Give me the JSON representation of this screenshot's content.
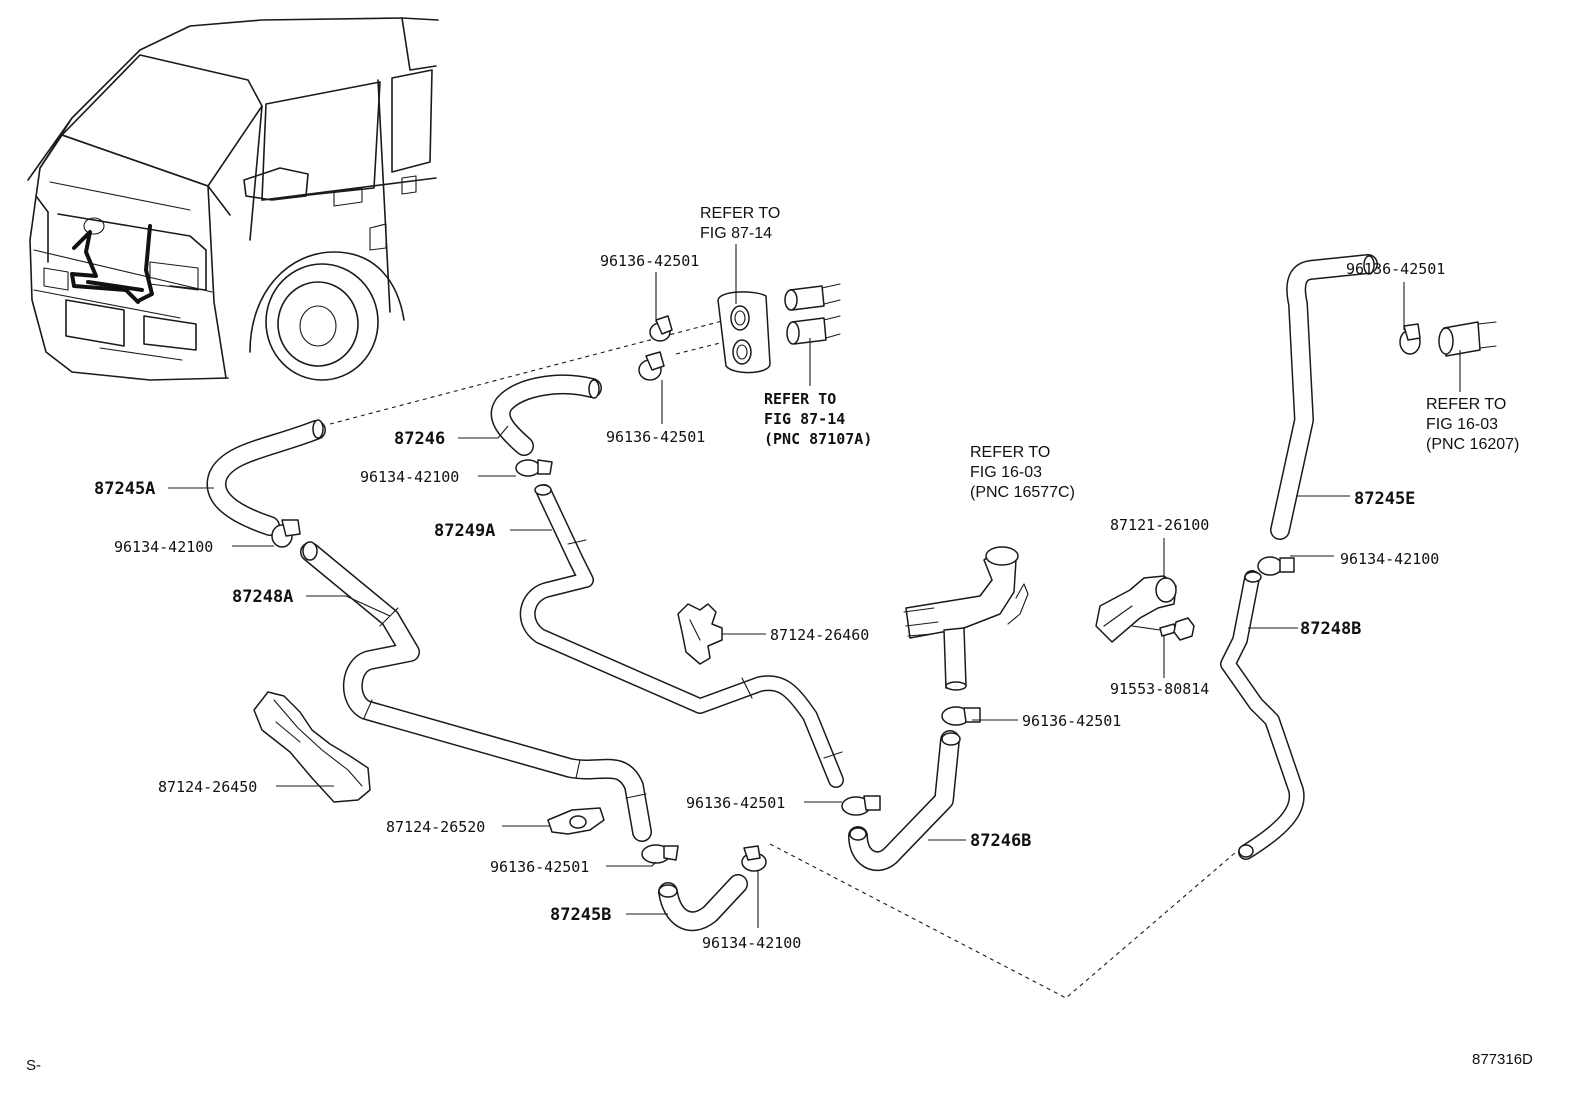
{
  "labels": {
    "l_87245A": "87245A",
    "l_96134_a": "96134-42100",
    "l_87248A": "87248A",
    "l_87124_26450": "87124-26450",
    "l_87124_26520": "87124-26520",
    "l_96136_a": "96136-42501",
    "l_87245B": "87245B",
    "l_96134_b": "96134-42100",
    "l_96136_b": "96136-42501",
    "l_87246B": "87246B",
    "l_87246": "87246",
    "l_96134_c": "96134-42100",
    "l_87249A": "87249A",
    "l_87124_26460": "87124-26460",
    "l_96136_top": "96136-42501",
    "l_96136_mid": "96136-42501",
    "l_96136_c": "96136-42501",
    "l_87121_26100": "87121-26100",
    "l_91553_80814": "91553-80814",
    "l_96136_right": "96136-42501",
    "l_87245E": "87245E",
    "l_96134_d": "96134-42100",
    "l_87248B": "87248B"
  },
  "refs": {
    "r1_line1": "REFER TO",
    "r1_line2": "FIG 87-14",
    "r2_line1": "REFER TO",
    "r2_line2": "FIG 87-14",
    "r2_line3": "(PNC 87107A)",
    "r3_line1": "REFER TO",
    "r3_line2": "FIG 16-03",
    "r3_line3": "(PNC 16577C)",
    "r4_line1": "REFER TO",
    "r4_line2": "FIG 16-03",
    "r4_line3": "(PNC 16207)"
  },
  "footer": {
    "left": "S-",
    "right": "877316D"
  }
}
